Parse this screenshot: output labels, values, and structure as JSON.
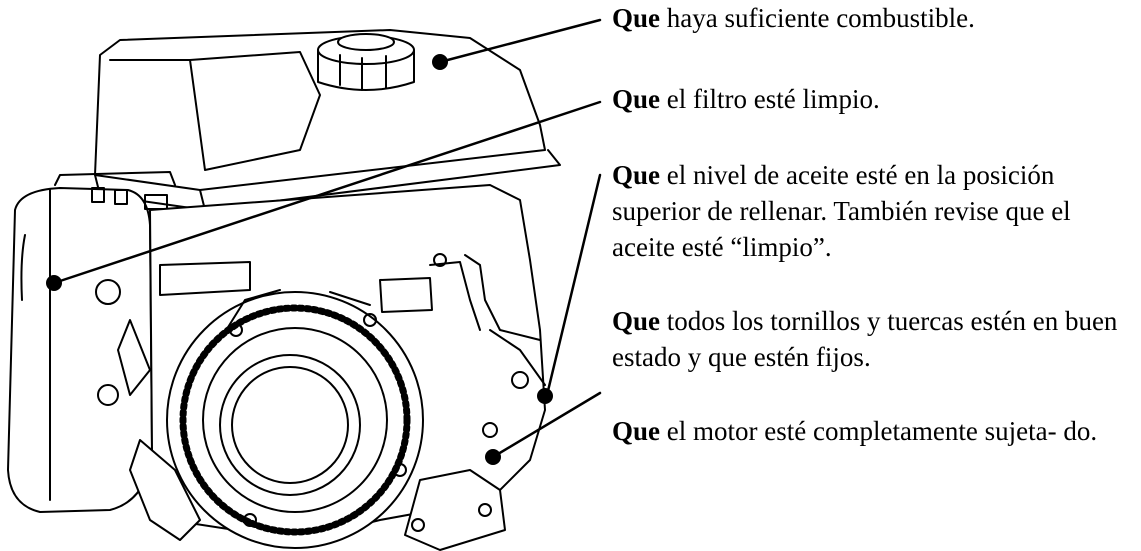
{
  "callouts": [
    {
      "id": "fuel",
      "emphasis": "Que",
      "text": " haya suficiente combustible."
    },
    {
      "id": "filter",
      "emphasis": "Que",
      "text": " el filtro esté limpio."
    },
    {
      "id": "oil",
      "emphasis": "Que",
      "text": " el nivel de aceite esté en la posición superior de rellenar. También revise que el aceite esté “limpio”."
    },
    {
      "id": "bolts",
      "emphasis": "Que",
      "text": " todos los tornillos y tuercas estén en buen estado y que estén fijos."
    },
    {
      "id": "mount",
      "emphasis": "Que",
      "text": " el motor esté completamente sujeta- do."
    }
  ]
}
